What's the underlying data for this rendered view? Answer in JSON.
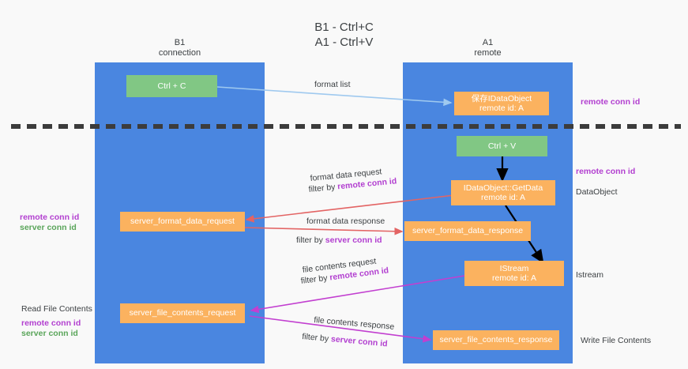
{
  "title": {
    "line1": "B1 - Ctrl+C",
    "line2": "A1 - Ctrl+V"
  },
  "columns": [
    {
      "id": "b1",
      "name": "B1",
      "sub": "connection"
    },
    {
      "id": "a1",
      "name": "A1",
      "sub": "remote"
    }
  ],
  "nodes": {
    "ctrl_c": {
      "label": "Ctrl + C"
    },
    "save_idataobject": {
      "line1": "保存IDataObject",
      "line2": "remote id: A"
    },
    "ctrl_v": {
      "label": "Ctrl + V"
    },
    "getdata": {
      "line1": "IDataObject::GetData",
      "line2": "remote id: A"
    },
    "server_format_data_request": {
      "label": "server_format_data_request"
    },
    "server_format_data_response": {
      "label": "server_format_data_response"
    },
    "istream": {
      "line1": "IStream",
      "line2": "remote id: A"
    },
    "server_file_contents_request": {
      "label": "server_file_contents_request"
    },
    "server_file_contents_response": {
      "label": "server_file_contents_response"
    }
  },
  "arrow_labels": {
    "format_list": "format list",
    "format_data_request": "format data request",
    "format_data_request_filter_prefix": "filter by ",
    "format_data_request_filter_key": "remote conn id",
    "format_data_response": "format data response",
    "format_data_response_filter_prefix": "filter by ",
    "format_data_response_filter_key": "server conn id",
    "file_contents_request": "file contents request",
    "file_contents_request_filter_prefix": "filter by ",
    "file_contents_request_filter_key": "remote conn id",
    "file_contents_response": "file contents response",
    "file_contents_response_filter_prefix": "filter by ",
    "file_contents_response_filter_key": "server conn id"
  },
  "annotations": {
    "right_remote_conn_id_top": "remote conn id",
    "right_remote_conn_id_mid": "remote conn id",
    "right_dataobject": "DataObject",
    "right_istream": "Istream",
    "right_write_file_contents": "Write File Contents",
    "left_remote_conn_id": "remote conn id",
    "left_server_conn_id": "server conn id",
    "left_read_file_contents": "Read File Contents",
    "left_remote_conn_id_2": "remote conn id",
    "left_server_conn_id_2": "server conn id"
  },
  "colors": {
    "lane": "#4a86e0",
    "green_box": "#81c784",
    "orange_box": "#fbb25f",
    "purple_text": "#b23fd0",
    "green_text": "#5aa55a",
    "blue_arrow": "#9fc9ef",
    "red_arrow": "#e36464",
    "magenta_arrow": "#c23fd0",
    "black_arrow": "#000000",
    "background": "#f9f9f9"
  }
}
